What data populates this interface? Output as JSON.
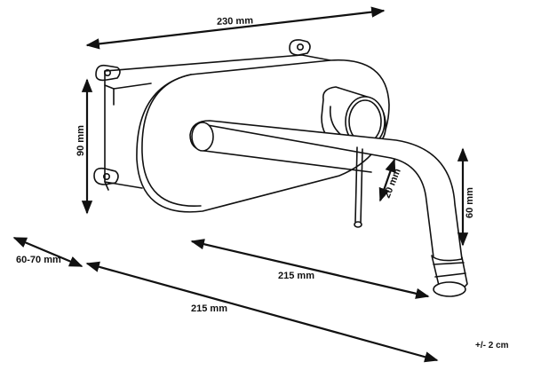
{
  "dimensions": {
    "width_top": "230 mm",
    "height_plate": "90 mm",
    "spout_drop": "20 mm",
    "spout_height": "60 mm",
    "spout_length": "215 mm",
    "wall_depth": "60-70 mm",
    "total_length": "215 mm"
  },
  "tolerance": "+/- 2 cm",
  "colors": {
    "line": "#111111",
    "background": "#ffffff"
  }
}
